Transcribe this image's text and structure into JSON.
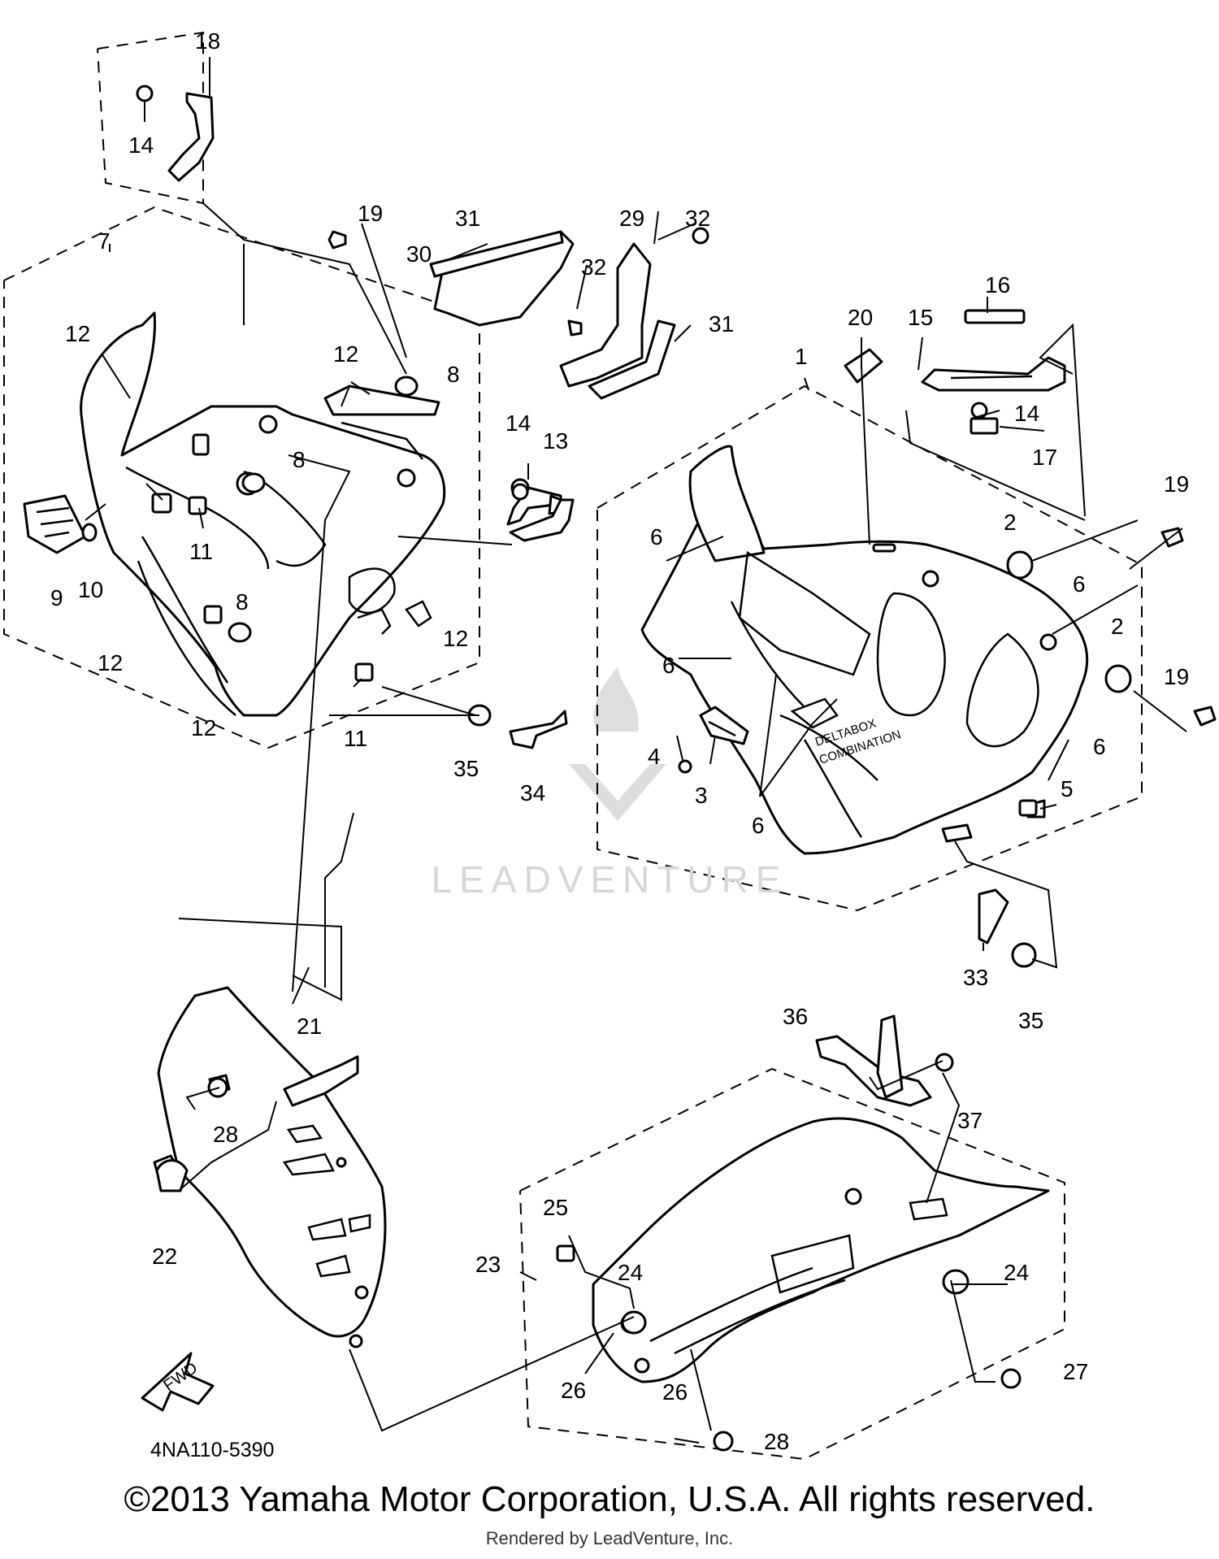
{
  "diagram": {
    "callouts": [
      {
        "id": "c18",
        "label": "18"
      },
      {
        "id": "c14a",
        "label": "14"
      },
      {
        "id": "c7",
        "label": "7"
      },
      {
        "id": "c12a",
        "label": "12"
      },
      {
        "id": "c12b",
        "label": "12"
      },
      {
        "id": "c12c",
        "label": "12"
      },
      {
        "id": "c12d",
        "label": "12"
      },
      {
        "id": "c12e",
        "label": "12"
      },
      {
        "id": "c19a",
        "label": "19"
      },
      {
        "id": "c31a",
        "label": "31"
      },
      {
        "id": "c30",
        "label": "30"
      },
      {
        "id": "c29",
        "label": "29"
      },
      {
        "id": "c32a",
        "label": "32"
      },
      {
        "id": "c32b",
        "label": "32"
      },
      {
        "id": "c31b",
        "label": "31"
      },
      {
        "id": "c16",
        "label": "16"
      },
      {
        "id": "c20",
        "label": "20"
      },
      {
        "id": "c15",
        "label": "15"
      },
      {
        "id": "c1",
        "label": "1"
      },
      {
        "id": "c8a",
        "label": "8"
      },
      {
        "id": "c8b",
        "label": "8"
      },
      {
        "id": "c8c",
        "label": "8"
      },
      {
        "id": "c14b",
        "label": "14"
      },
      {
        "id": "c13",
        "label": "13"
      },
      {
        "id": "c14c",
        "label": "14"
      },
      {
        "id": "c17",
        "label": "17"
      },
      {
        "id": "c19b",
        "label": "19"
      },
      {
        "id": "c9",
        "label": "9"
      },
      {
        "id": "c10",
        "label": "10"
      },
      {
        "id": "c11a",
        "label": "11"
      },
      {
        "id": "c11b",
        "label": "11"
      },
      {
        "id": "c6a",
        "label": "6"
      },
      {
        "id": "c2a",
        "label": "2"
      },
      {
        "id": "c6b",
        "label": "6"
      },
      {
        "id": "c2b",
        "label": "2"
      },
      {
        "id": "c6c",
        "label": "6"
      },
      {
        "id": "c19c",
        "label": "19"
      },
      {
        "id": "c6d",
        "label": "6"
      },
      {
        "id": "c4",
        "label": "4"
      },
      {
        "id": "c3",
        "label": "3"
      },
      {
        "id": "c6e",
        "label": "6"
      },
      {
        "id": "c5",
        "label": "5"
      },
      {
        "id": "c35a",
        "label": "35"
      },
      {
        "id": "c34",
        "label": "34"
      },
      {
        "id": "c33",
        "label": "33"
      },
      {
        "id": "c35b",
        "label": "35"
      },
      {
        "id": "c21",
        "label": "21"
      },
      {
        "id": "c28a",
        "label": "28"
      },
      {
        "id": "c22",
        "label": "22"
      },
      {
        "id": "c36",
        "label": "36"
      },
      {
        "id": "c37",
        "label": "37"
      },
      {
        "id": "c25",
        "label": "25"
      },
      {
        "id": "c23",
        "label": "23"
      },
      {
        "id": "c24a",
        "label": "24"
      },
      {
        "id": "c24b",
        "label": "24"
      },
      {
        "id": "c26a",
        "label": "26"
      },
      {
        "id": "c26b",
        "label": "26"
      },
      {
        "id": "c27",
        "label": "27"
      },
      {
        "id": "c28b",
        "label": "28"
      }
    ],
    "stamp_text": [
      "DELTABOX",
      "COMBINATION"
    ],
    "arrow_label": "FWD",
    "diagram_code": "4NA110-5390",
    "watermark": "LEADVENTURE",
    "copyright": "©2013 Yamaha Motor Corporation, U.S.A. All rights reserved.",
    "rendered_by": "Rendered by LeadVenture, Inc."
  }
}
